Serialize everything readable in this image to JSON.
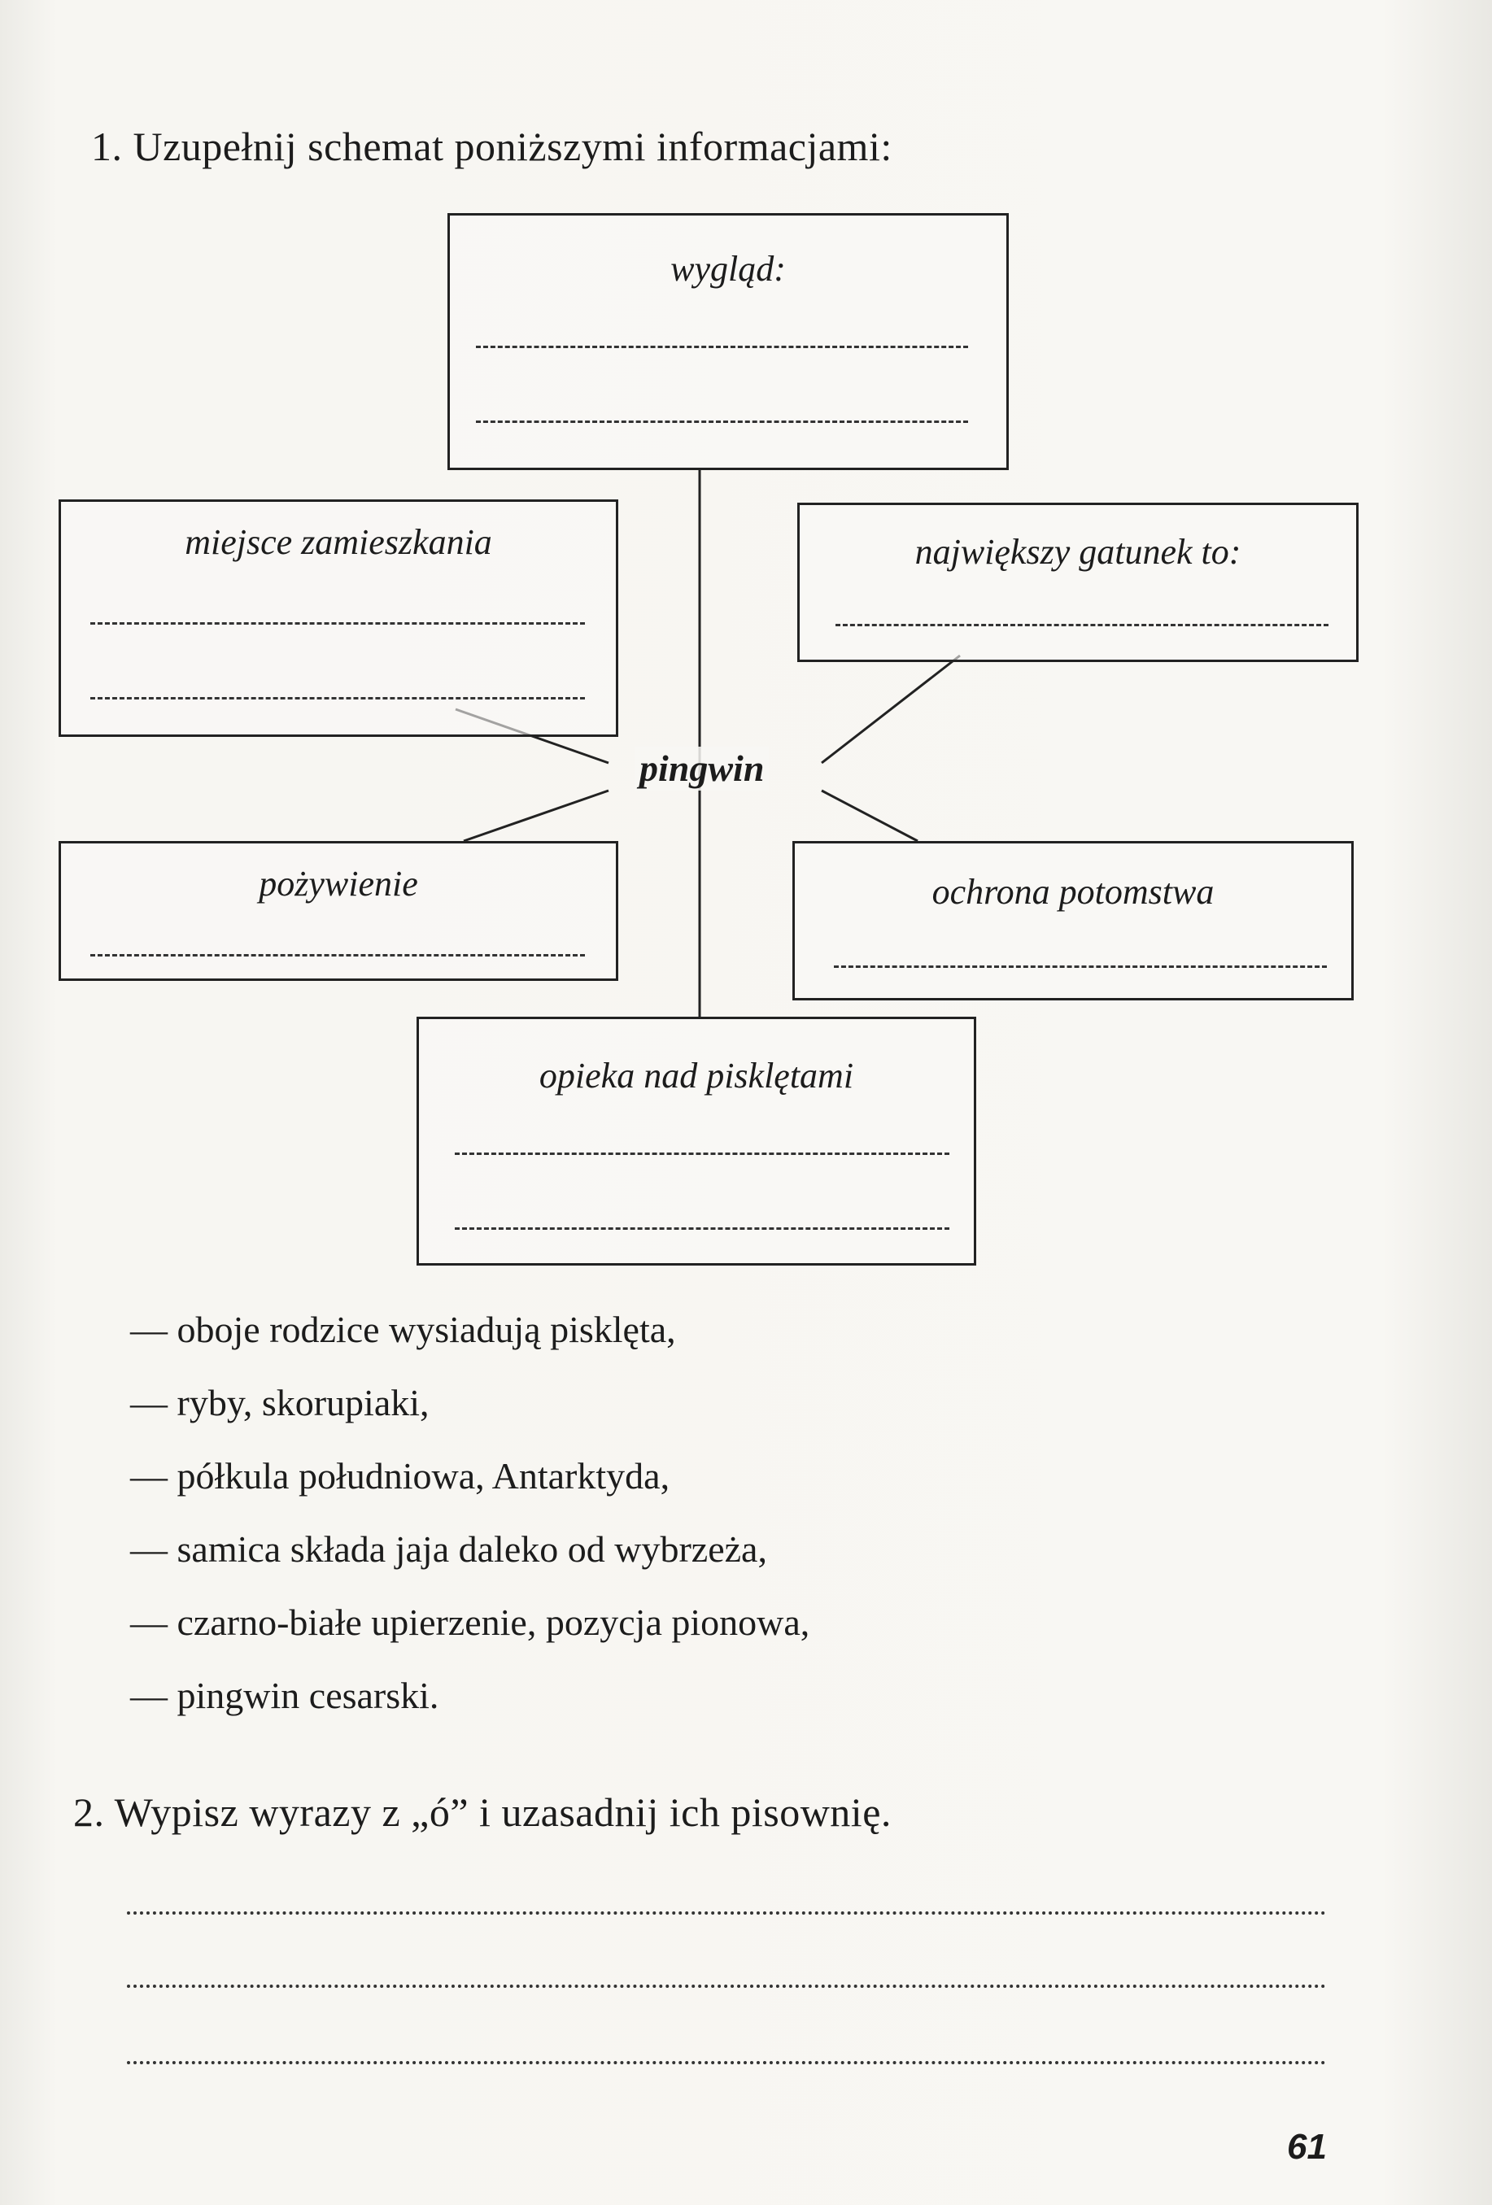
{
  "task1": {
    "title": "1. Uzupełnij schemat poniższymi informacjami:"
  },
  "diagram": {
    "center": "pingwin",
    "boxes": {
      "wyglad": "wygląd:",
      "miejsce": "miejsce zamieszkania",
      "gatunek": "największy gatunek to:",
      "pozywienie": "pożywienie",
      "ochrona": "ochrona potomstwa",
      "opieka": "opieka nad pisklętami"
    }
  },
  "info_list": [
    "— oboje rodzice wysiadują pisklęta,",
    "— ryby, skorupiaki,",
    "— półkula południowa, Antarktyda,",
    "— samica składa jaja daleko od wybrzeża,",
    "— czarno-białe upierzenie, pozycja pionowa,",
    "— pingwin cesarski."
  ],
  "task2": {
    "title": "2. Wypisz wyrazy z „ó” i uzasadnij ich pisownię."
  },
  "page_number": "61"
}
